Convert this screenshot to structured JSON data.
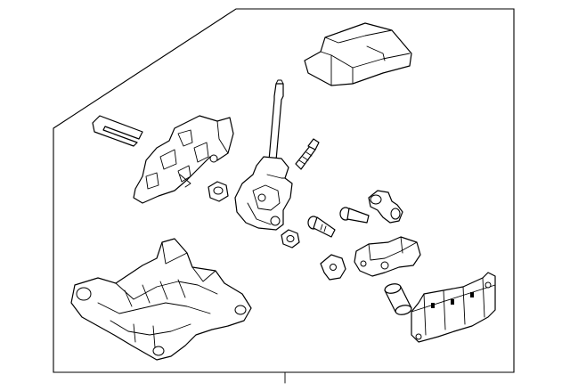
{
  "diagram": {
    "title": "",
    "callout_count": 1,
    "parts": [
      "shifter-cover",
      "retaining-clip",
      "selector-bracket",
      "shift-lever-assembly",
      "flange-nut",
      "nut",
      "stud-bolt",
      "bolt",
      "bolt-2",
      "elbow-fitting",
      "detent-bracket",
      "clip",
      "bushing",
      "control-module",
      "shifter-base"
    ]
  }
}
